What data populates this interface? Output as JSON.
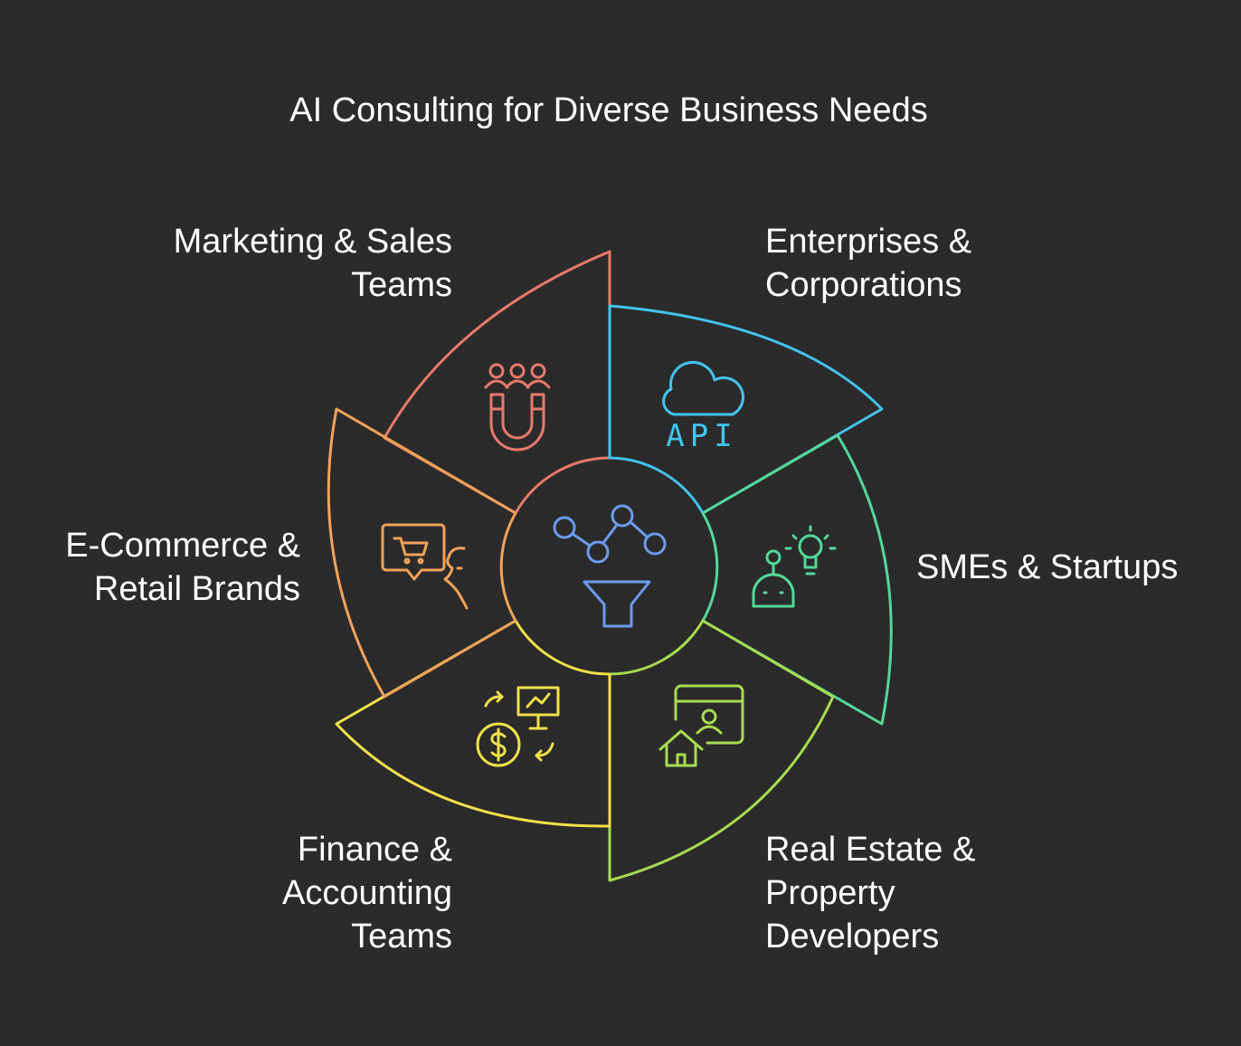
{
  "title": "AI Consulting for Diverse Business Needs",
  "colors": {
    "background": "#2b2b2b",
    "marketing": "#ea7a6c",
    "enterprises": "#44c4f0",
    "smes": "#54d89c",
    "real_estate": "#a8dc50",
    "finance": "#f2e14a",
    "ecommerce": "#f2a35a",
    "center": "#6c9cf0"
  },
  "segments": {
    "marketing": {
      "label_lines": [
        "Marketing & Sales",
        "Teams"
      ],
      "icon": "magnet-people-icon"
    },
    "enterprises": {
      "label_lines": [
        "Enterprises &",
        "Corporations"
      ],
      "icon": "cloud-api-icon",
      "icon_text": "API"
    },
    "smes": {
      "label_lines": [
        "SMEs & Startups"
      ],
      "icon": "robot-lightbulb-icon"
    },
    "real_estate": {
      "label_lines": [
        "Real Estate &",
        "Property",
        "Developers"
      ],
      "icon": "house-profile-icon"
    },
    "finance": {
      "label_lines": [
        "Finance &",
        "Accounting",
        "Teams"
      ],
      "icon": "dollar-chart-exchange-icon"
    },
    "ecommerce": {
      "label_lines": [
        "E-Commerce &",
        "Retail Brands"
      ],
      "icon": "cart-chat-icon"
    }
  },
  "center": {
    "icon": "network-funnel-icon"
  }
}
